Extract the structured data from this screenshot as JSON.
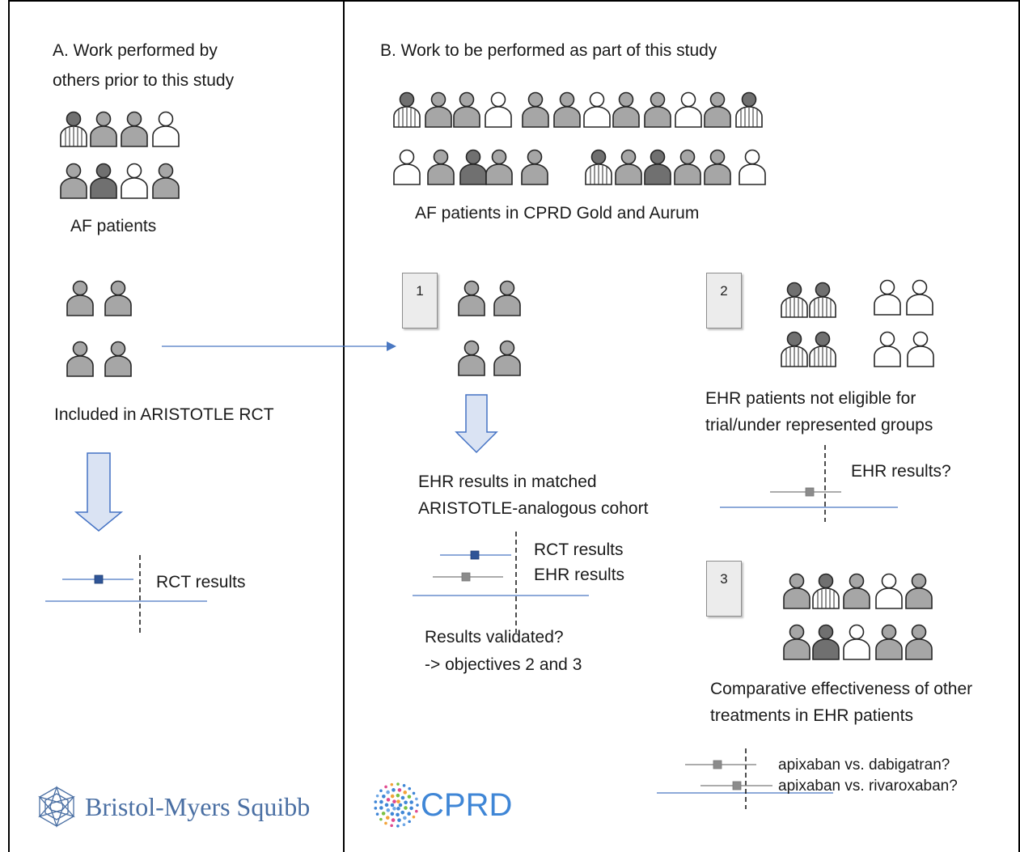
{
  "panel_a": {
    "title_line1": "A. Work performed by",
    "title_line2": "others prior to this study",
    "population_label": "AF patients",
    "rct_label": "Included in ARISTOTLE RCT",
    "forest_label": "RCT results",
    "logo_text": "Bristol-Myers Squibb"
  },
  "panel_b": {
    "title": "B. Work to be performed as part of this study",
    "population_label": "AF patients in CPRD Gold and Aurum",
    "logo_text": "CPRD"
  },
  "objective_1": {
    "number": "1",
    "label_line1": "EHR results in matched",
    "label_line2": "ARISTOTLE-analogous cohort",
    "forest_rct_label": "RCT results",
    "forest_ehr_label": "EHR results",
    "validated_line1": "Results validated?",
    "validated_line2": "-> objectives 2 and 3"
  },
  "objective_2": {
    "number": "2",
    "label_line1": "EHR patients not eligible for",
    "label_line2": "trial/under represented groups",
    "forest_label": "EHR results?"
  },
  "objective_3": {
    "number": "3",
    "label_line1": "Comparative effectiveness of other",
    "label_line2": "treatments in EHR patients",
    "forest_label_1": "apixaban vs. dabigatran?",
    "forest_label_2": "apixaban vs. rivaroxaban?"
  },
  "colors": {
    "patient_light": "#a6a6a6",
    "patient_dark": "#707070",
    "patient_outline": "#262626",
    "axis_line": "#4a78c2",
    "rct_marker": "#2f5597",
    "ehr_marker": "#8c8c8c",
    "arrow_fill": "#dae3f3",
    "arrow_stroke": "#4472c4"
  }
}
